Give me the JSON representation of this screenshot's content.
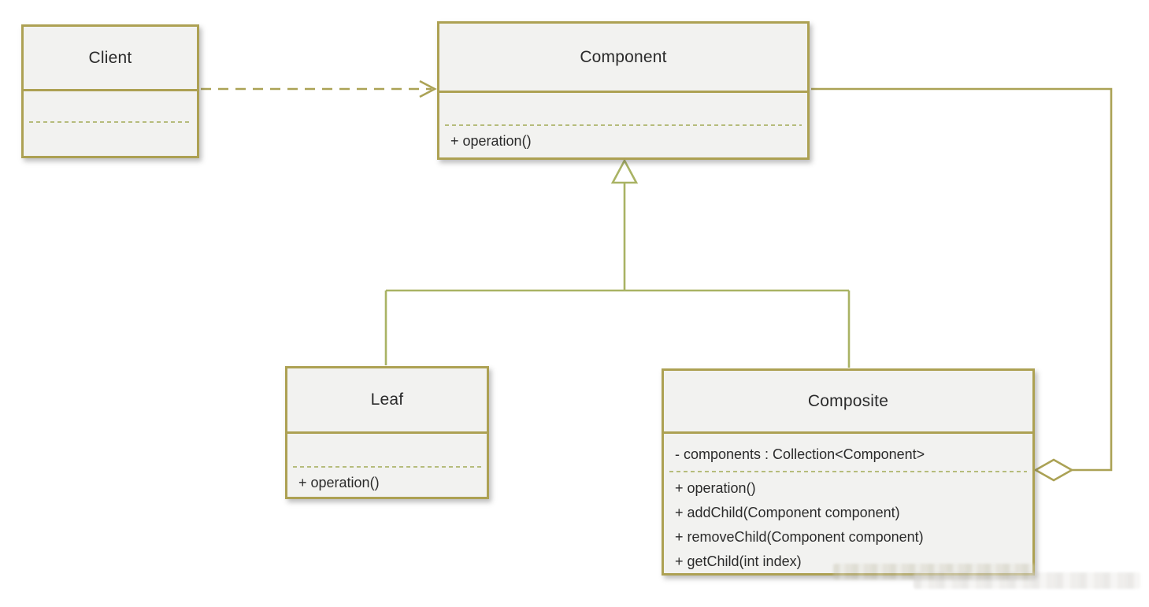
{
  "colors": {
    "box_border": "#ada153",
    "box_fill": "#f2f2f0",
    "generalization_line": "#a9b364",
    "dependency_line": "#aba255",
    "divider_dots": "#b6bc7c",
    "text": "#2b2b2b",
    "background": "#ffffff"
  },
  "classes": [
    {
      "id": "client",
      "name": "Client",
      "attributes": [],
      "methods": []
    },
    {
      "id": "component",
      "name": "Component",
      "attributes": [],
      "methods": [
        "+ operation()"
      ]
    },
    {
      "id": "leaf",
      "name": "Leaf",
      "attributes": [],
      "methods": [
        "+ operation()"
      ]
    },
    {
      "id": "composite",
      "name": "Composite",
      "attributes": [
        "- components : Collection<Component>"
      ],
      "methods": [
        "+ operation()",
        "+ addChild(Component component)",
        "+ removeChild(Component component)",
        "+ getChild(int index)"
      ]
    }
  ],
  "relationships": [
    {
      "type": "dependency",
      "from": "Client",
      "to": "Component",
      "arrow": "dashed-open-arrow"
    },
    {
      "type": "generalization",
      "from": "Leaf",
      "to": "Component",
      "arrow": "hollow-triangle"
    },
    {
      "type": "generalization",
      "from": "Composite",
      "to": "Component",
      "arrow": "hollow-triangle"
    },
    {
      "type": "aggregation",
      "owner": "Composite",
      "part": "Component",
      "arrow": "hollow-diamond"
    }
  ]
}
